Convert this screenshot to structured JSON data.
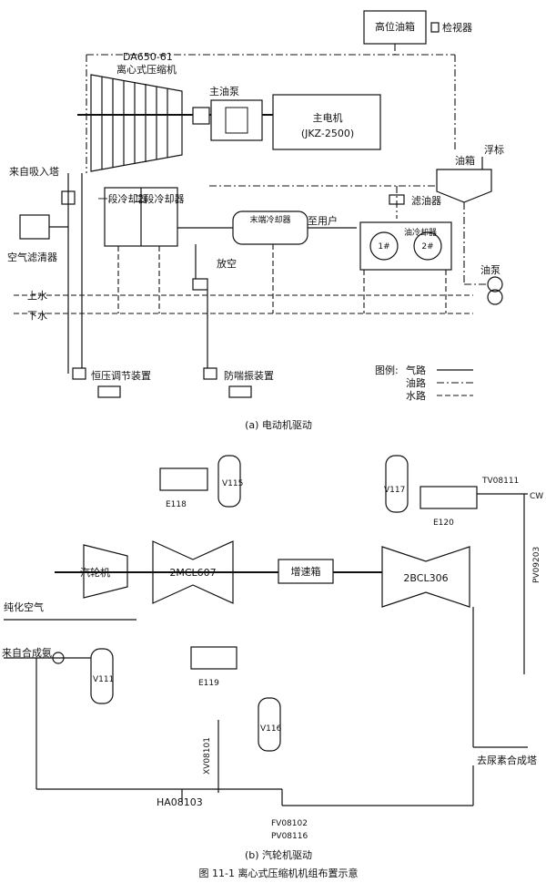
{
  "diagram_a": {
    "high_oil_tank": "高位油箱",
    "sight_glass": "检视器",
    "compressor_model": "DA650-61",
    "compressor_name": "离心式压缩机",
    "main_oil_pump": "主油泵",
    "main_motor": "主电机",
    "main_motor_model": "(JKZ-2500)",
    "float": "浮标",
    "oil_tank": "油箱",
    "oil_filter": "滤油器",
    "intake_from_tower": "来自吸入塔",
    "air_filter": "空气滤清器",
    "cooler1": "一段冷却器",
    "cooler2": "二段冷却器",
    "after_cooler": "末端冷却器",
    "to_user": "至用户",
    "oil_cooler": "油冷却器",
    "oil_cooler_1": "1#",
    "oil_cooler_2": "2#",
    "oil_pump": "油泵",
    "vent": "放空",
    "water_in": "上水",
    "water_out": "下水",
    "pressure_regulator": "恒压调节装置",
    "anti_surge": "防喘振装置",
    "legend_title": "图例:",
    "legend_gas": "气路",
    "legend_oil": "油路",
    "legend_water": "水路",
    "caption": "(a) 电动机驱动"
  },
  "diagram_b": {
    "V115": "V115",
    "E118": "E118",
    "V117": "V117",
    "TV08111": "TV08111",
    "CW": "CW",
    "E120": "E120",
    "turbine": "汽轮机",
    "compressor_lp": "2MCL607",
    "gearbox": "增速箱",
    "compressor_hp": "2BCL306",
    "PV09203": "PV09203",
    "pure_air": "纯化空气",
    "from_synthesis_ammonia": "来自合成氨",
    "V111": "V111",
    "E119": "E119",
    "V116": "V116",
    "XV08101": "XV08101",
    "to_urea": "去尿素合成塔",
    "HA08103": "HA08103",
    "FV08102": "FV08102",
    "PV08116": "PV08116",
    "caption": "(b) 汽轮机驱动"
  },
  "figure_caption": "图 11-1   离心式压缩机机组布置示意"
}
